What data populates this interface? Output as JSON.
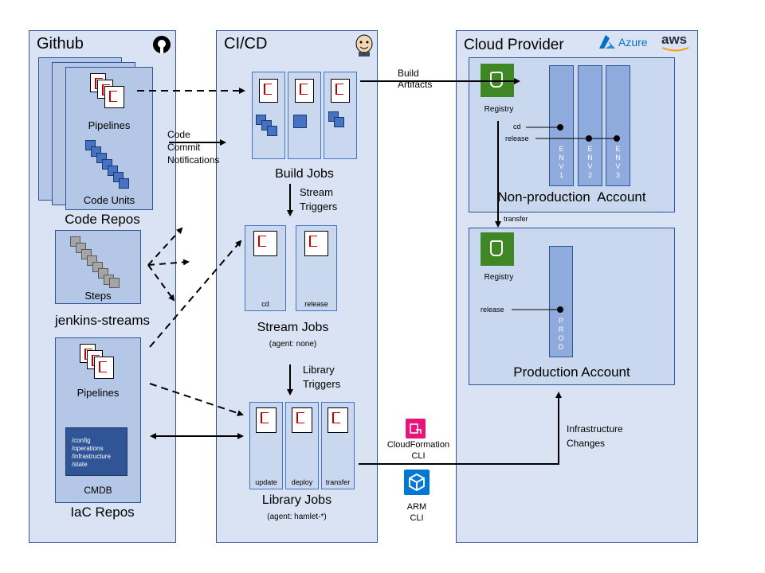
{
  "github": {
    "title": "Github",
    "code_repos": {
      "label": "Code Repos",
      "pipelines": "Pipelines",
      "code_units": "Code Units"
    },
    "jenkins_streams": {
      "label": "jenkins-streams",
      "steps": "Steps"
    },
    "iac_repos": {
      "label": "IaC Repos",
      "pipelines": "Pipelines",
      "cmdb": "CMDB",
      "cmdb_paths": [
        "/config",
        "/operations",
        "/infrastructure",
        "/state"
      ]
    }
  },
  "cicd": {
    "title": "CI/CD",
    "build_jobs": "Build Jobs",
    "stream_triggers": [
      "Stream",
      "Triggers"
    ],
    "stream_jobs": {
      "label": "Stream Jobs",
      "sub": "(agent: none)",
      "jobs": [
        "cd",
        "release"
      ]
    },
    "library_triggers": [
      "Library",
      "Triggers"
    ],
    "library_jobs": {
      "label": "Library Jobs",
      "sub": "(agent: hamlet-*)",
      "jobs": [
        "update",
        "deploy",
        "transfer"
      ]
    }
  },
  "cloud": {
    "title": "Cloud Provider",
    "logos": [
      "Azure",
      "aws"
    ],
    "nonprod": {
      "label": "Non-production  Account",
      "registry": "Registry",
      "cd": "cd",
      "release": "release",
      "envs": [
        "E\nN\nV\n1",
        "E\nN\nV\n2",
        "E\nN\nV\n3"
      ]
    },
    "transfer": "transfer",
    "prod": {
      "label": "Production Account",
      "registry": "Registry",
      "release": "release",
      "env": "P\nR\nO\nD"
    }
  },
  "flows": {
    "code_commit": [
      "Code",
      "Commit",
      "Notifications"
    ],
    "build_artifacts": [
      "Build",
      "Artifacts"
    ],
    "cloudformation": [
      "CloudFormation",
      "CLI"
    ],
    "arm": [
      "ARM",
      "CLI"
    ],
    "infra_changes": [
      "Infrastructure",
      "Changes"
    ]
  }
}
